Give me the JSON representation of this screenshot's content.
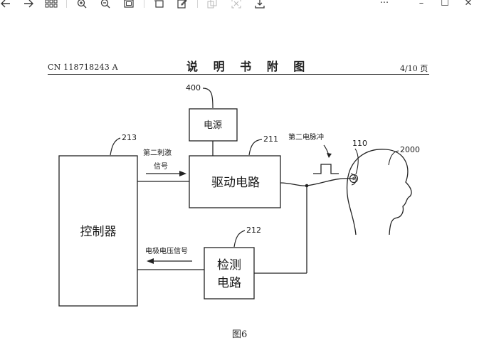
{
  "toolbar": {
    "more_label": "···",
    "minimize_label": "–",
    "maximize_label": "☐",
    "close_label": "✕"
  },
  "document": {
    "header_left": "CN 118718243 A",
    "header_center": "说 明 书 附 图",
    "header_right": "4/10 页",
    "caption": "图6"
  },
  "figure": {
    "label_400": "400",
    "label_213": "213",
    "label_211": "211",
    "label_212": "212",
    "label_110": "110",
    "label_2000": "2000",
    "power_box": "电源",
    "drive_box": "驱动电路",
    "controller_box": "控制器",
    "detect_box_line1": "检测",
    "detect_box_line2": "电路",
    "signal_top_line1": "第二刺激",
    "signal_top_line2": "信号",
    "pulse_label": "第二电脉冲",
    "signal_bottom": "电极电压信号"
  }
}
